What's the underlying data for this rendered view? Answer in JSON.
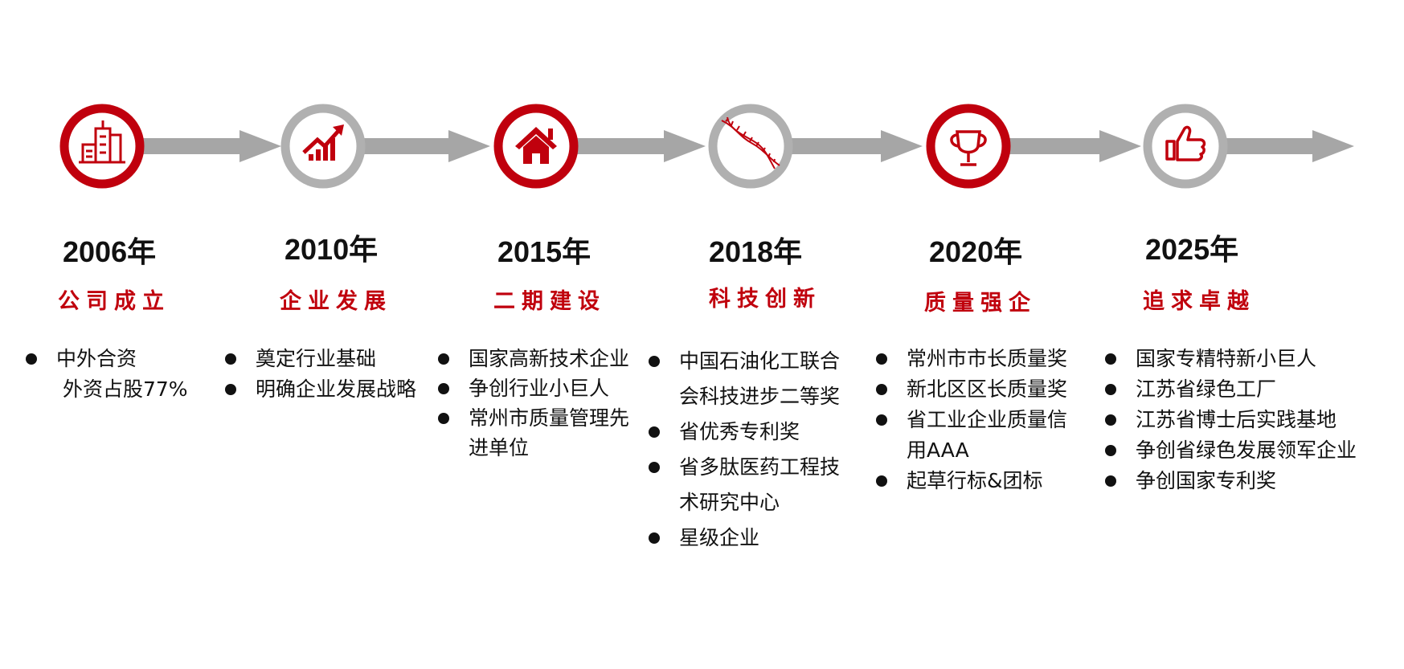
{
  "colors": {
    "accent": "#c0000d",
    "muted": "#b0b0b0",
    "arrow": "#a6a6a6",
    "text": "#111111"
  },
  "milestones": [
    {
      "year": "2006年",
      "title": "公司成立",
      "icon": "city-buildings-icon",
      "ring": "accent",
      "bullets": [
        [
          "中外合资"
        ]
      ],
      "note": "外资占股77%"
    },
    {
      "year": "2010年",
      "title": "企业发展",
      "icon": "growth-chart-icon",
      "ring": "muted",
      "bullets": [
        [
          "奠定行业基础"
        ],
        [
          "明确企业发展战略"
        ]
      ]
    },
    {
      "year": "2015年",
      "title": "二期建设",
      "icon": "house-icon",
      "ring": "accent",
      "bullets": [
        [
          "国家高新技术企业"
        ],
        [
          "争创行业小巨人"
        ],
        [
          "常州市质量管理先",
          "进单位"
        ]
      ]
    },
    {
      "year": "2018年",
      "title": "科技创新",
      "icon": "dna-helix-icon",
      "ring": "muted",
      "bullets": [
        [
          "中国石油化工联合",
          "会科技进步二等奖"
        ],
        [
          "省优秀专利奖"
        ],
        [
          "省多肽医药工程技",
          "术研究中心"
        ],
        [
          "星级企业"
        ]
      ]
    },
    {
      "year": "2020年",
      "title": "质量强企",
      "icon": "trophy-icon",
      "ring": "accent",
      "bullets": [
        [
          "常州市市长质量奖"
        ],
        [
          "新北区区长质量奖"
        ],
        [
          "省工业企业质量信",
          "用AAA"
        ],
        [
          "起草行标&团标"
        ]
      ]
    },
    {
      "year": "2025年",
      "title": "追求卓越",
      "icon": "thumbs-up-icon",
      "ring": "muted",
      "bullets": [
        [
          "国家专精特新小巨人"
        ],
        [
          "江苏省绿色工厂"
        ],
        [
          "江苏省博士后实践基地"
        ],
        [
          "争创省绿色发展领军企业"
        ],
        [
          "争创国家专利奖"
        ]
      ]
    }
  ]
}
